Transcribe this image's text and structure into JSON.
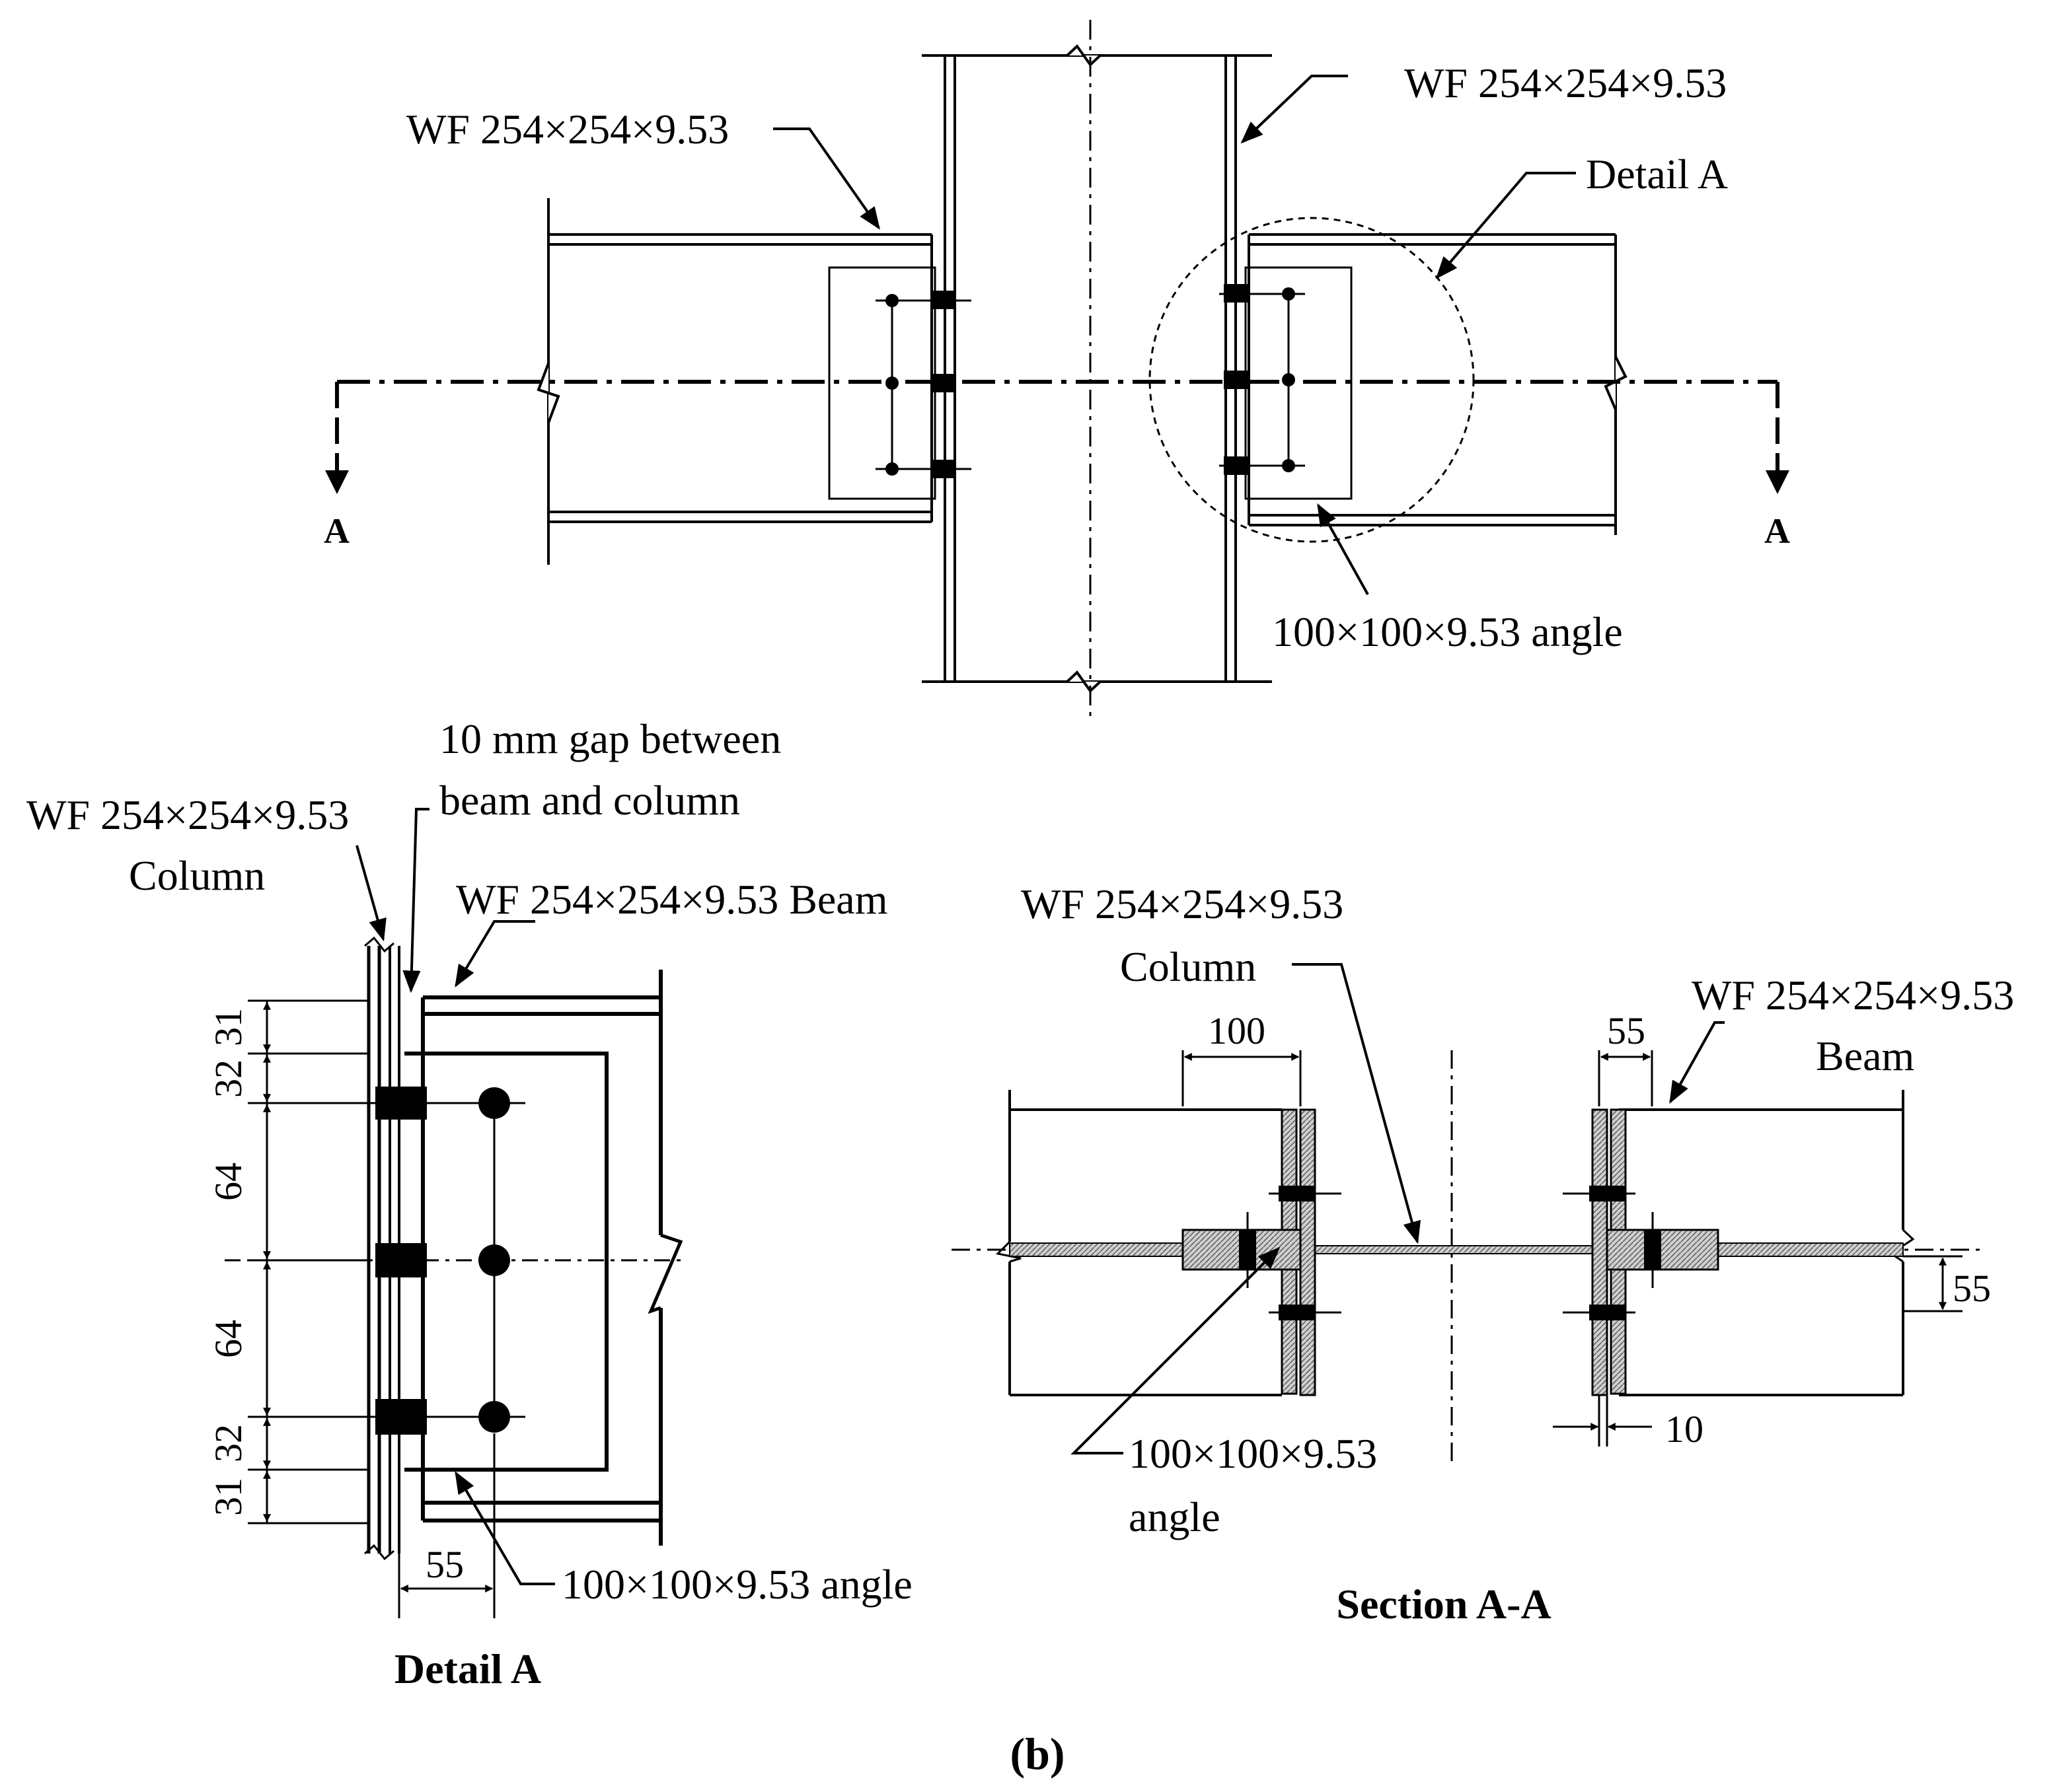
{
  "elevation": {
    "label_beam_left": "WF 254×254×9.53",
    "label_column_right": "WF 254×254×9.53",
    "label_detail": "Detail A",
    "label_angle": "100×100×9.53 angle",
    "section_mark_left": "A",
    "section_mark_right": "A"
  },
  "detail_a": {
    "title": "Detail A",
    "label_gap_line1": "10 mm gap between",
    "label_gap_line2": "beam and column",
    "label_column_line1": "WF 254×254×9.53",
    "label_column_line2": "Column",
    "label_beam": "WF 254×254×9.53 Beam",
    "label_angle": "100×100×9.53 angle",
    "dims": {
      "d1": "31",
      "d2": "32",
      "d3": "64",
      "d4": "64",
      "d5": "32",
      "d6": "31",
      "horizontal": "55"
    }
  },
  "section_aa": {
    "title": "Section A-A",
    "label_column_line1": "WF 254×254×9.53",
    "label_column_line2": "Column",
    "label_beam_line1": "WF 254×254×9.53",
    "label_beam_line2": "Beam",
    "label_angle_line1": "100×100×9.53",
    "label_angle_line2": "angle",
    "dims": {
      "top_left": "100",
      "top_right": "55",
      "right_side": "55",
      "bottom": "10"
    }
  },
  "figure_label": "(b)"
}
